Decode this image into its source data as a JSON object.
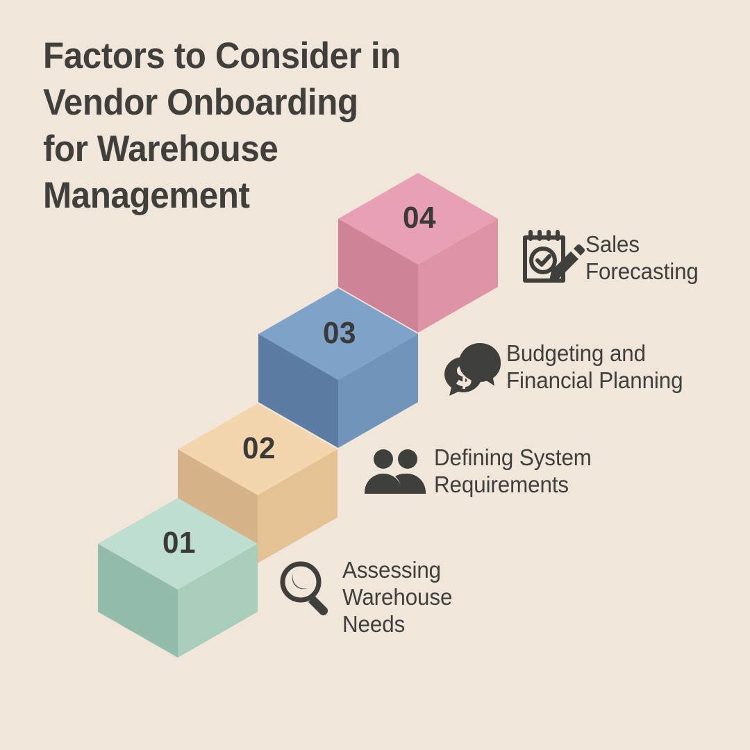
{
  "canvas": {
    "background_color": "#f0e6da",
    "text_color": "#3f3f3c"
  },
  "header": {
    "title": "Factors to Consider in\nVendor Onboarding\nfor Warehouse\nManagement"
  },
  "steps": [
    {
      "number": "01",
      "label": "Assessing\nWarehouse\nNeeds",
      "icon": "magnifying-glass-icon",
      "colors": {
        "top": "#bedfd0",
        "left": "#94bcab",
        "right": "#a8cdbb"
      }
    },
    {
      "number": "02",
      "label": "Defining System\nRequirements",
      "icon": "people-icon",
      "colors": {
        "top": "#f3d6ae",
        "left": "#d6b389",
        "right": "#e4c293"
      }
    },
    {
      "number": "03",
      "label": "Budgeting and\nFinancial Planning",
      "icon": "money-chat-icon",
      "colors": {
        "top": "#7fa3c8",
        "left": "#5c7ca3",
        "right": "#7194bb"
      }
    },
    {
      "number": "04",
      "label": "Sales\nForecasting",
      "icon": "notepad-pencil-icon",
      "colors": {
        "top": "#e8a1b4",
        "left": "#cf8396",
        "right": "#df93a6"
      }
    }
  ]
}
